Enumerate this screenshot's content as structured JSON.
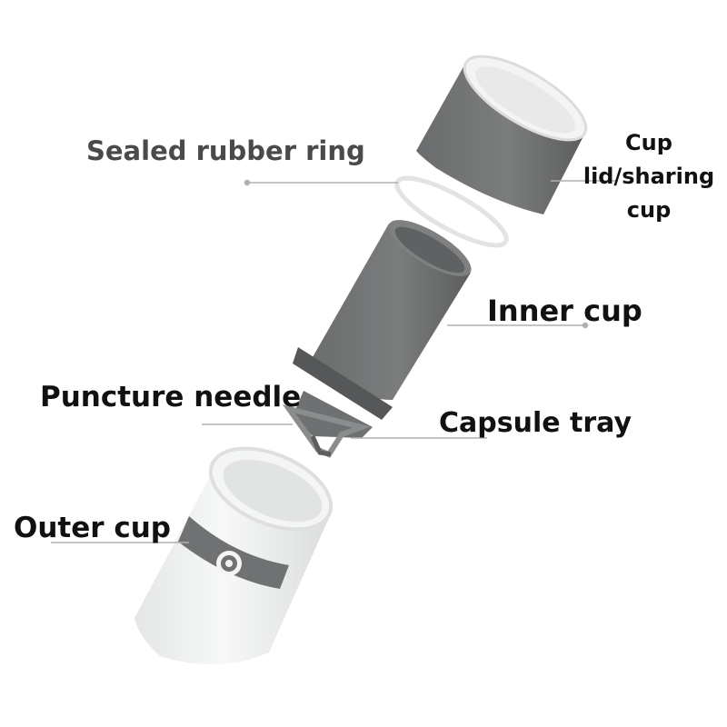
{
  "labels": {
    "sealed_ring": "Sealed rubber ring",
    "cup_lid_line1": "Cup",
    "cup_lid_line2": "lid/sharing",
    "cup_lid_line3": "cup",
    "inner_cup": "Inner cup",
    "puncture_needle": "Puncture needle",
    "capsule_tray": "Capsule tray",
    "outer_cup": "Outer cup"
  },
  "colors": {
    "dark_gray": "#6b6d6e",
    "white_body": "#f2f3f3",
    "leader_line": "#b0b0b0",
    "label_dark": "#111111",
    "label_gray": "#4a4a4a"
  }
}
